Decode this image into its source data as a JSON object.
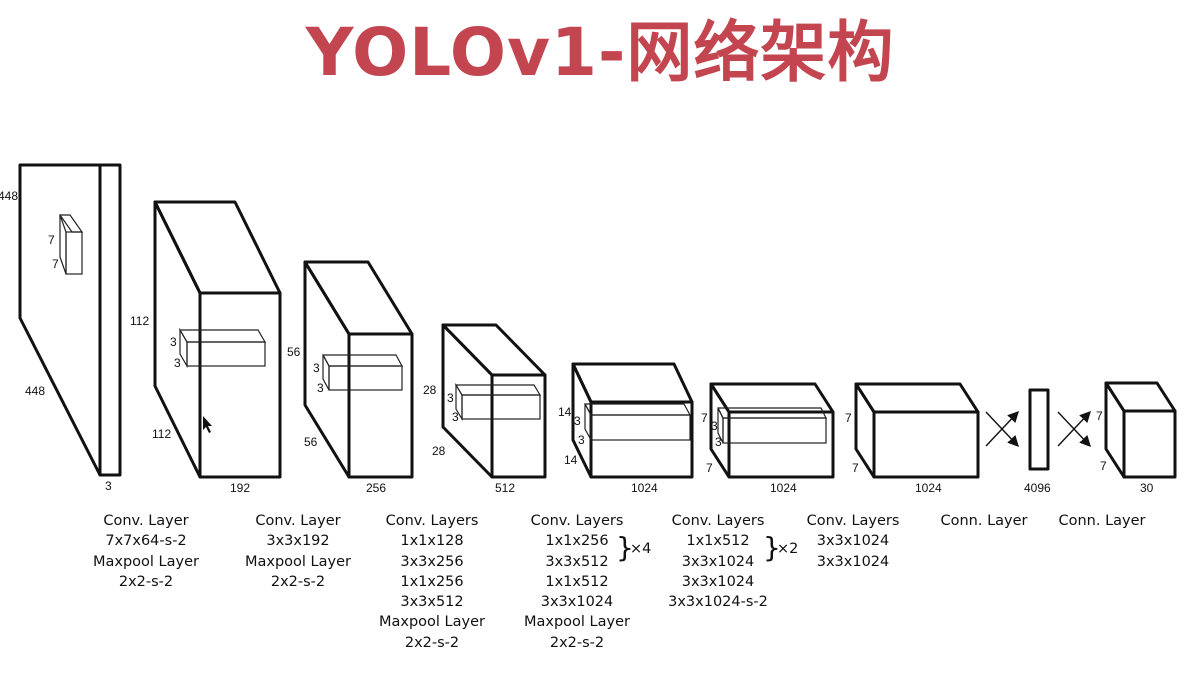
{
  "title": "YOLOv1-网络架构",
  "accent_color": "#c3454f",
  "dims": {
    "input_top": "448",
    "input_left": "448",
    "input_depth": "3",
    "input_kernel_a": "7",
    "input_kernel_b": "7",
    "b1_h": "112",
    "b1_w": "112",
    "b1_d": "192",
    "b1_ka": "3",
    "b1_kb": "3",
    "b2_h": "56",
    "b2_w": "56",
    "b2_d": "256",
    "b2_ka": "3",
    "b2_kb": "3",
    "b3_h": "28",
    "b3_w": "28",
    "b3_d": "512",
    "b3_ka": "3",
    "b3_kb": "3",
    "b4_h": "14",
    "b4_w": "14",
    "b4_d": "1024",
    "b4_ka": "3",
    "b4_kb": "3",
    "b5_h": "7",
    "b5_w": "7",
    "b5_d": "1024",
    "b5_ka": "3",
    "b5_kb": "3",
    "b6_h": "7",
    "b6_w": "7",
    "b6_d": "1024",
    "fc_d": "4096",
    "out_h": "7",
    "out_w": "7",
    "out_d": "30"
  },
  "captions": [
    [
      "Conv. Layer",
      "7x7x64-s-2",
      "Maxpool Layer",
      "2x2-s-2"
    ],
    [
      "Conv. Layer",
      "3x3x192",
      "Maxpool Layer",
      "2x2-s-2"
    ],
    [
      "Conv. Layers",
      "1x1x128",
      "3x3x256",
      "1x1x256",
      "3x3x512",
      "Maxpool Layer",
      "2x2-s-2"
    ],
    [
      "Conv. Layers",
      "1x1x256",
      "3x3x512",
      "1x1x512",
      "3x3x1024",
      "Maxpool Layer",
      "2x2-s-2"
    ],
    [
      "Conv. Layers",
      "1x1x512",
      "3x3x1024",
      "3x3x1024",
      "3x3x1024-s-2"
    ],
    [
      "Conv. Layers",
      "3x3x1024",
      "3x3x1024"
    ],
    [
      "Conn. Layer"
    ],
    [
      "Conn. Layer"
    ]
  ],
  "repeats": {
    "group4": "×4",
    "group5": "×2"
  }
}
